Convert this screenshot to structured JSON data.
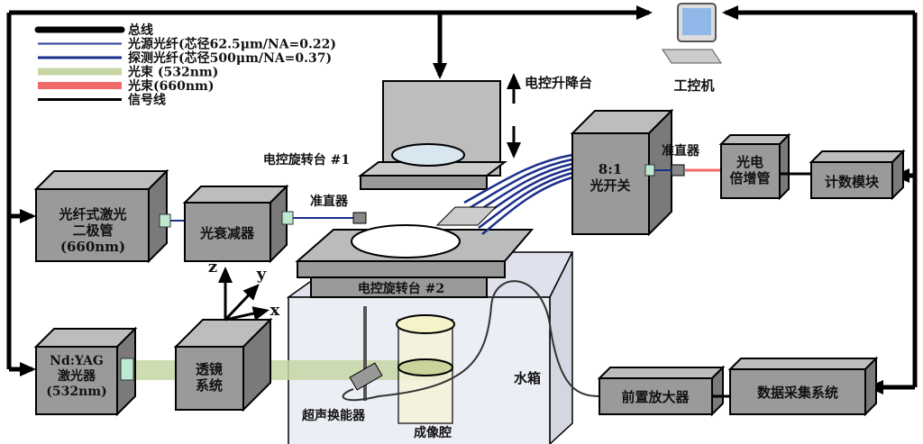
{
  "legend": [
    {
      "label": "总线",
      "color": "#000000",
      "kind": "thick"
    },
    {
      "label": "光源光纤(芯径62.5μm/NA=0.22)",
      "color": "#2a3d9a",
      "kind": "thin"
    },
    {
      "label": "探测光纤(芯径500μm/NA=0.37)",
      "color": "#1b2f8a",
      "kind": "medium"
    },
    {
      "label": "光束 (532nm)",
      "color": "#c6d6a4",
      "kind": "band"
    },
    {
      "label": "光束(660nm)",
      "color": "#f06a6a",
      "kind": "band"
    },
    {
      "label": "信号线",
      "color": "#000000",
      "kind": "medium"
    }
  ],
  "components": {
    "computer": "工控机",
    "lift_stage": "电控升降台",
    "rotary1": "电控旋转台 #1",
    "rotary2": "电控旋转台 #2",
    "laser_diode": [
      "光纤式激光",
      "二极管",
      "(660nm)"
    ],
    "attenuator": "光衰减器",
    "collimator_left": "准直器",
    "collimator_right": "准直器",
    "optical_switch": [
      "8:1",
      "光开关"
    ],
    "pmt": [
      "光电",
      "倍增管"
    ],
    "counter": "计数模块",
    "ndyag": [
      "Nd:YAG",
      "激光器",
      "(532nm)"
    ],
    "lens": [
      "透镜",
      "系统"
    ],
    "water_tank": "水箱",
    "transducer": "超声换能器",
    "imaging_cavity": "成像腔",
    "preamp": "前置放大器",
    "daq": "数据采集系统"
  },
  "axes": {
    "z": "z",
    "y": "y",
    "x": "x"
  },
  "colors": {
    "box": "#9a9a9a",
    "box_top": "#bdbdbd",
    "box_side": "#7a7a7a",
    "tank": "#eceef5",
    "beam532": "#c6d6a4",
    "beam660": "#f06a6a",
    "fiber": "#1b2f8a"
  }
}
